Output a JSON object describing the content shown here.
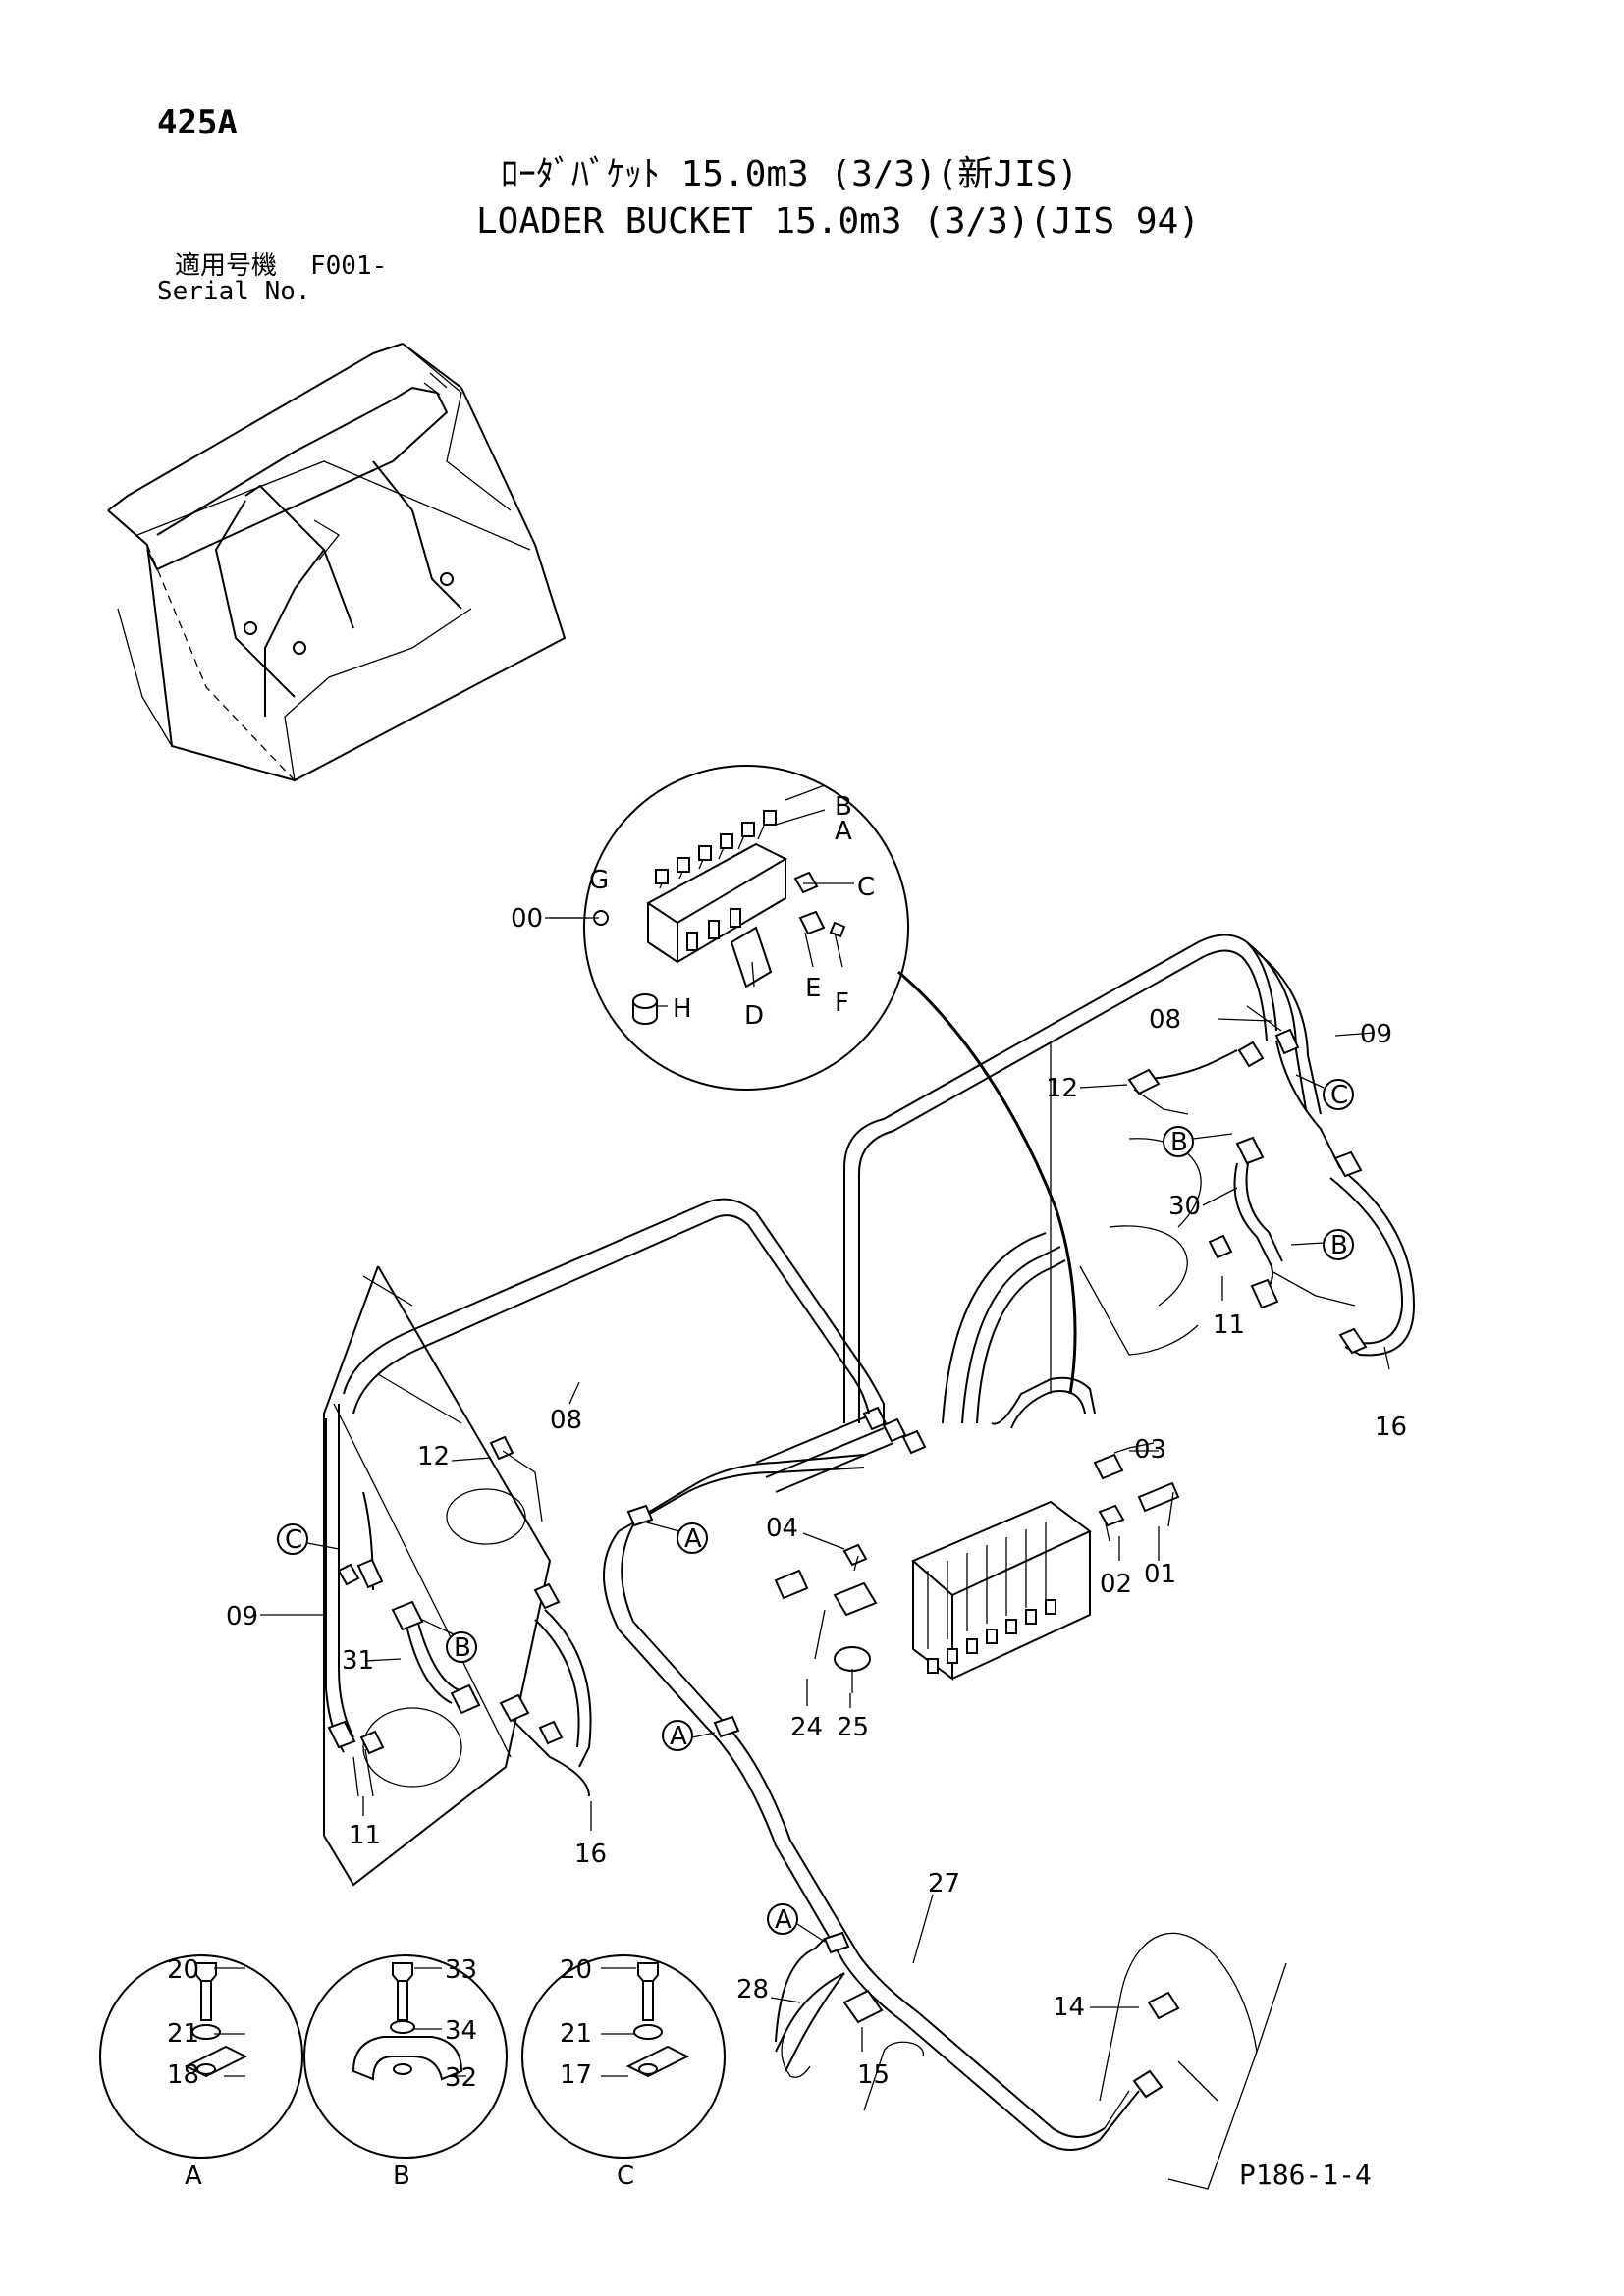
{
  "header": {
    "page_code": "425A",
    "title_jp": "ﾛｰﾀﾞﾊﾞｹｯﾄ 15.0m3 (3/3)(新JIS)",
    "title_en": "LOADER BUCKET 15.0m3 (3/3)(JIS 94)",
    "serial_label_jp": "適用号機",
    "serial_code": "F001-",
    "serial_label_en": "Serial No."
  },
  "footer": {
    "page_ref": "P186-1-4"
  },
  "callouts": {
    "p00": "00",
    "p01": "01",
    "p02": "02",
    "p03": "03",
    "p04": "04",
    "p08a": "08",
    "p08b": "08",
    "p09a": "09",
    "p09b": "09",
    "p11a": "11",
    "p11b": "11",
    "p12a": "12",
    "p12b": "12",
    "p14": "14",
    "p15": "15",
    "p16a": "16",
    "p16b": "16",
    "p24": "24",
    "p25": "25",
    "p27": "27",
    "p28": "28",
    "p30": "30",
    "p31": "31"
  },
  "detail_letters": {
    "A": "A",
    "B": "B",
    "C": "C",
    "D": "D",
    "E": "E",
    "F": "F",
    "G": "G",
    "H": "H"
  },
  "clamp_details": {
    "A": {
      "bolt": "20",
      "washer": "21",
      "clamp": "18",
      "label": "A"
    },
    "B": {
      "bolt": "33",
      "washer": "34",
      "clamp": "32",
      "label": "B"
    },
    "C": {
      "bolt": "20",
      "washer": "21",
      "clamp": "17",
      "label": "C"
    }
  }
}
